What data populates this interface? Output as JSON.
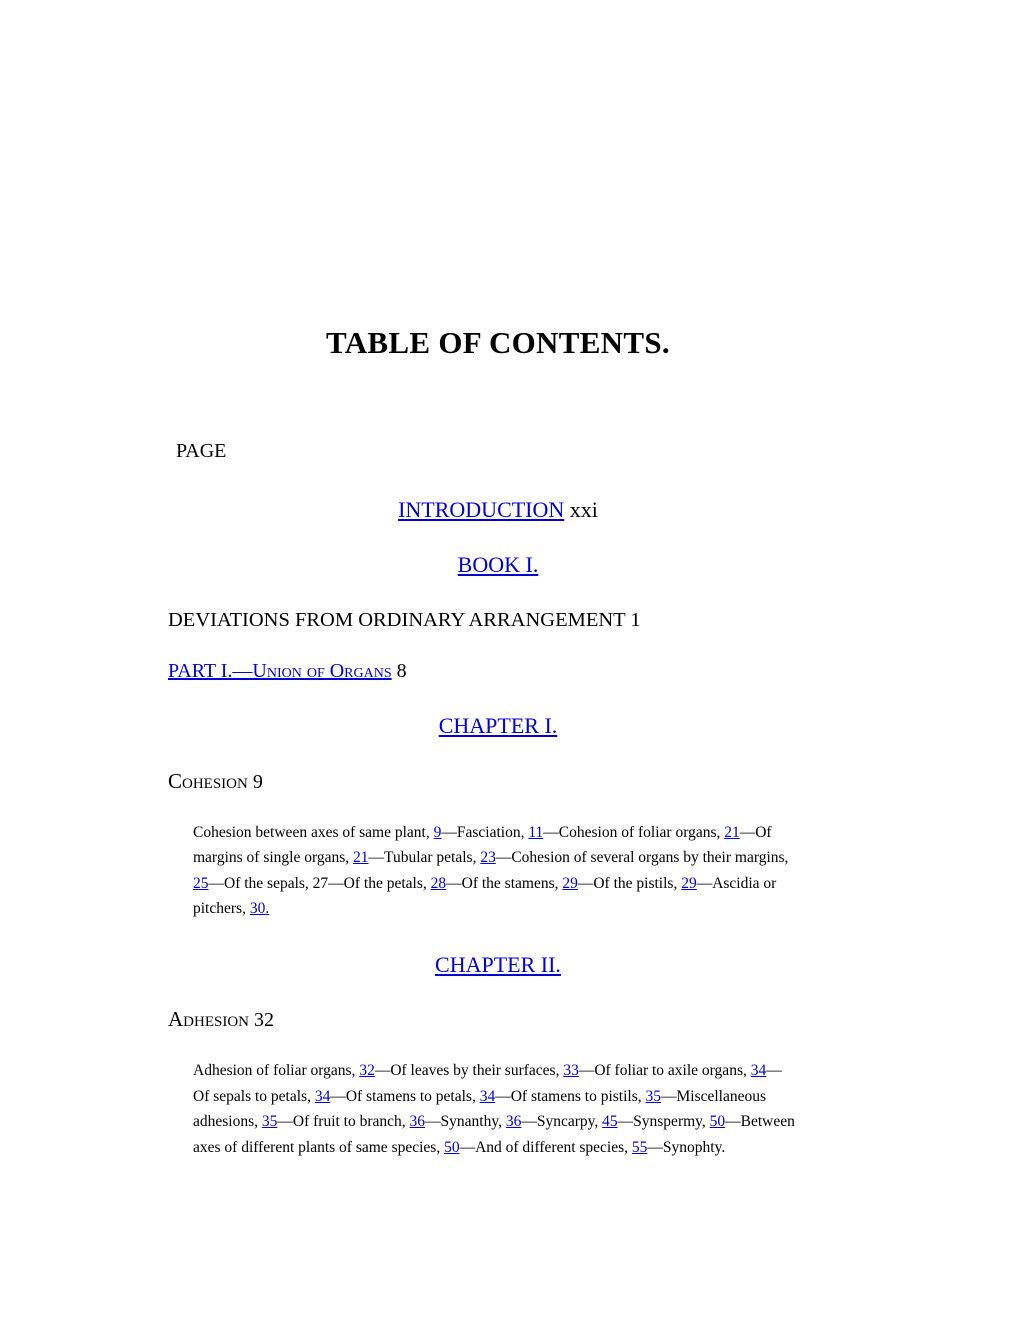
{
  "document": {
    "title": "TABLE OF CONTENTS.",
    "page_label": "PAGE",
    "link_color": "#0000d0",
    "text_color": "#000000",
    "background_color": "#ffffff"
  },
  "entries": {
    "introduction": {
      "link_text": "INTRODUCTION",
      "page": "xxi"
    },
    "book_one": {
      "link_text": "BOOK I."
    },
    "deviations": {
      "text": "DEVIATIONS FROM ORDINARY ARRANGEMENT",
      "page": "1"
    },
    "part_one": {
      "prefix": "PART I.—",
      "title": "Union of Organs",
      "page": "8"
    },
    "chapter_one": {
      "link_text": "CHAPTER I."
    },
    "cohesion": {
      "title": "Cohesion",
      "page": "9"
    },
    "chapter_two": {
      "link_text": "CHAPTER II."
    },
    "adhesion": {
      "title": "Adhesion",
      "page": "32"
    }
  },
  "summaries": {
    "cohesion": [
      {
        "kind": "text",
        "value": "Cohesion between axes of same plant, "
      },
      {
        "kind": "link",
        "value": "9"
      },
      {
        "kind": "text",
        "value": "—Fasciation, "
      },
      {
        "kind": "link",
        "value": "11"
      },
      {
        "kind": "text",
        "value": "—Cohesion of foliar organs, "
      },
      {
        "kind": "link",
        "value": "21"
      },
      {
        "kind": "text",
        "value": "—Of margins of single organs, "
      },
      {
        "kind": "link",
        "value": "21"
      },
      {
        "kind": "text",
        "value": "—Tubular petals, "
      },
      {
        "kind": "link",
        "value": "23"
      },
      {
        "kind": "text",
        "value": "—Cohesion of several organs by their margins, "
      },
      {
        "kind": "link",
        "value": "25"
      },
      {
        "kind": "text",
        "value": "—Of the sepals, "
      },
      {
        "kind": "plain",
        "value": "27"
      },
      {
        "kind": "text",
        "value": "—Of the petals, "
      },
      {
        "kind": "link",
        "value": "28"
      },
      {
        "kind": "text",
        "value": "—Of the stamens, "
      },
      {
        "kind": "link",
        "value": "29"
      },
      {
        "kind": "text",
        "value": "—Of the pistils, "
      },
      {
        "kind": "link",
        "value": "29"
      },
      {
        "kind": "text",
        "value": "—Ascidia or pitchers, "
      },
      {
        "kind": "link",
        "value": "30."
      }
    ],
    "adhesion": [
      {
        "kind": "text",
        "value": "Adhesion of foliar organs, "
      },
      {
        "kind": "link",
        "value": "32"
      },
      {
        "kind": "text",
        "value": "—Of leaves by their surfaces, "
      },
      {
        "kind": "link",
        "value": "33"
      },
      {
        "kind": "text",
        "value": "—Of foliar to axile organs, "
      },
      {
        "kind": "link",
        "value": "34"
      },
      {
        "kind": "text",
        "value": "—Of sepals to petals, "
      },
      {
        "kind": "link",
        "value": "34"
      },
      {
        "kind": "text",
        "value": "—Of stamens to petals, "
      },
      {
        "kind": "link",
        "value": "34"
      },
      {
        "kind": "text",
        "value": "—Of stamens to pistils, "
      },
      {
        "kind": "link",
        "value": "35"
      },
      {
        "kind": "text",
        "value": "—Miscellaneous adhesions, "
      },
      {
        "kind": "link",
        "value": "35"
      },
      {
        "kind": "text",
        "value": "—Of fruit to branch, "
      },
      {
        "kind": "link",
        "value": "36"
      },
      {
        "kind": "text",
        "value": "—Synanthy, "
      },
      {
        "kind": "link",
        "value": "36"
      },
      {
        "kind": "text",
        "value": "—Syncarpy, "
      },
      {
        "kind": "link",
        "value": "45"
      },
      {
        "kind": "text",
        "value": "—Synspermy, "
      },
      {
        "kind": "link",
        "value": "50"
      },
      {
        "kind": "text",
        "value": "—Between axes of different plants of same species, "
      },
      {
        "kind": "link",
        "value": "50"
      },
      {
        "kind": "text",
        "value": "—And of different species, "
      },
      {
        "kind": "link",
        "value": "55"
      },
      {
        "kind": "text",
        "value": "—Synophty."
      }
    ]
  }
}
